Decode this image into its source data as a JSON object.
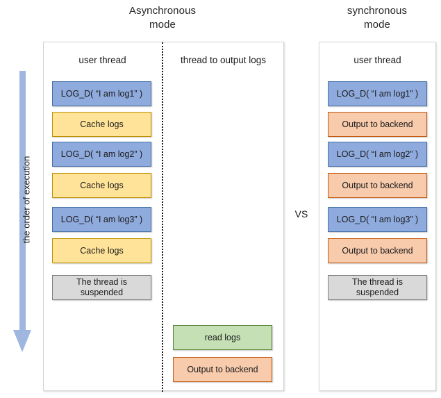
{
  "titles": {
    "async": "Asynchronous\nmode",
    "async_line1": "Asynchronous",
    "async_line2": "mode",
    "sync_line1": "synchronous",
    "sync_line2": "mode"
  },
  "order_axis": {
    "label": "the order of execution",
    "direction": "down",
    "arrow_color": "#9fb6de"
  },
  "comparator_label": "VS",
  "colors": {
    "log_call": "#8faadc",
    "log_call_border": "#4472a8",
    "cache": "#ffe399",
    "cache_border": "#bf9000",
    "output": "#f8cbad",
    "output_border": "#c55a11",
    "read": "#c5e0b4",
    "read_border": "#548235",
    "suspended": "#d9d9d9",
    "suspended_border": "#7f7f7f"
  },
  "async_panel": {
    "lanes": {
      "user_thread": "user thread",
      "output_thread": "thread to output logs"
    },
    "user_thread_steps": [
      {
        "text": "LOG_D( “I am log1” )",
        "kind": "blue"
      },
      {
        "text": "Cache logs",
        "kind": "yellow"
      },
      {
        "text": "LOG_D( “I am log2” )",
        "kind": "blue"
      },
      {
        "text": "Cache logs",
        "kind": "yellow"
      },
      {
        "text": "LOG_D( “I am log3” )",
        "kind": "blue"
      },
      {
        "text": "Cache logs",
        "kind": "yellow"
      },
      {
        "text": "The thread is suspended",
        "kind": "gray"
      }
    ],
    "output_thread_steps": [
      {
        "text": "read logs",
        "kind": "green"
      },
      {
        "text": "Output to backend",
        "kind": "orange"
      }
    ]
  },
  "sync_panel": {
    "lanes": {
      "user_thread": "user thread"
    },
    "user_thread_steps": [
      {
        "text": "LOG_D( “I am log1” )",
        "kind": "blue"
      },
      {
        "text": "Output to backend",
        "kind": "orange"
      },
      {
        "text": "LOG_D( “I am log2” )",
        "kind": "blue"
      },
      {
        "text": "Output to backend",
        "kind": "orange"
      },
      {
        "text": "LOG_D( “I am log3” )",
        "kind": "blue"
      },
      {
        "text": "Output to backend",
        "kind": "orange"
      },
      {
        "text": "The thread is suspended",
        "kind": "gray"
      }
    ]
  }
}
